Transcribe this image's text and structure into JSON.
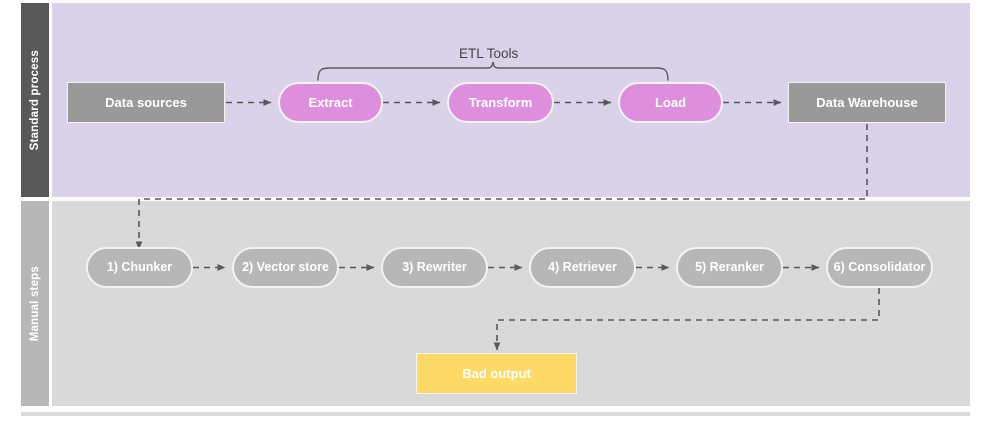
{
  "diagram": {
    "title_top_lane": "Standard process",
    "title_bottom_lane": "Manual steps",
    "bracket_label": "ETL Tools",
    "colors": {
      "lane_top_band": "#595959",
      "lane_top_body": "#d9d2e9",
      "lane_bottom_band": "#b7b7b7",
      "lane_bottom_body": "#d9d9d9",
      "node_grey": "#999999",
      "node_pink": "#dd8fdd",
      "node_light_grey": "#b7b7b7",
      "node_yellow": "#ffd966",
      "connector": "#595959",
      "text_light": "#ffffff",
      "text_dark": "#434343"
    }
  },
  "top_lane": {
    "label": "Standard process",
    "nodes": [
      {
        "id": "data-sources",
        "label": "Data sources",
        "shape": "rect",
        "fill": "grey"
      },
      {
        "id": "extract",
        "label": "Extract",
        "shape": "pill",
        "fill": "pink"
      },
      {
        "id": "transform",
        "label": "Transform",
        "shape": "pill",
        "fill": "pink"
      },
      {
        "id": "load",
        "label": "Load",
        "shape": "pill",
        "fill": "pink"
      },
      {
        "id": "data-warehouse",
        "label": "Data Warehouse",
        "shape": "rect",
        "fill": "grey"
      }
    ],
    "bracket": {
      "label": "ETL Tools",
      "covers": [
        "extract",
        "transform",
        "load"
      ]
    }
  },
  "bottom_lane": {
    "label": "Manual steps",
    "nodes": [
      {
        "id": "chunker",
        "label": "1) Chunker",
        "shape": "pill",
        "fill": "light-grey"
      },
      {
        "id": "vector-store",
        "label": "2) Vector store",
        "shape": "pill",
        "fill": "light-grey"
      },
      {
        "id": "rewriter",
        "label": "3) Rewriter",
        "shape": "pill",
        "fill": "light-grey"
      },
      {
        "id": "retriever",
        "label": "4) Retriever",
        "shape": "pill",
        "fill": "light-grey"
      },
      {
        "id": "reranker",
        "label": "5) Reranker",
        "shape": "pill",
        "fill": "light-grey"
      },
      {
        "id": "consolidator",
        "label": "6) Consolidator",
        "shape": "pill",
        "fill": "light-grey"
      },
      {
        "id": "bad-output",
        "label": "Bad output",
        "shape": "rect",
        "fill": "yellow"
      }
    ]
  },
  "flows": [
    {
      "from": "data-sources",
      "to": "extract"
    },
    {
      "from": "extract",
      "to": "transform"
    },
    {
      "from": "transform",
      "to": "load"
    },
    {
      "from": "load",
      "to": "data-warehouse"
    },
    {
      "from": "data-warehouse",
      "to": "chunker"
    },
    {
      "from": "chunker",
      "to": "vector-store"
    },
    {
      "from": "vector-store",
      "to": "rewriter"
    },
    {
      "from": "rewriter",
      "to": "retriever"
    },
    {
      "from": "retriever",
      "to": "reranker"
    },
    {
      "from": "reranker",
      "to": "consolidator"
    },
    {
      "from": "consolidator",
      "to": "bad-output"
    }
  ]
}
